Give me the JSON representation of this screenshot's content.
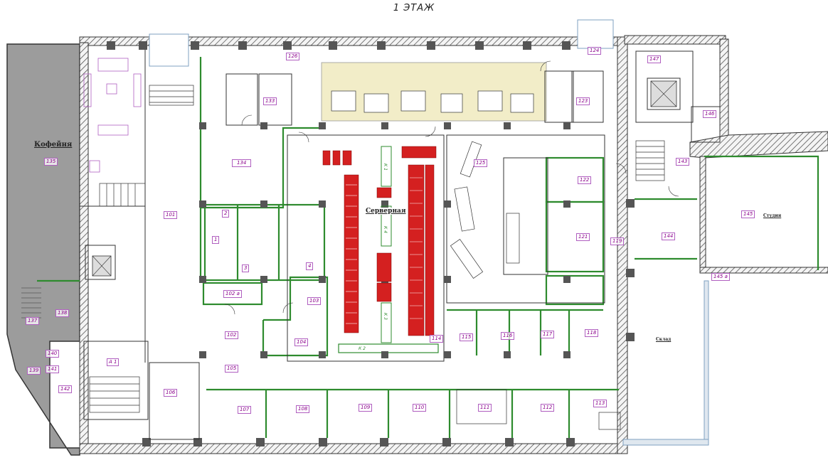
{
  "floor_title": "1 ЭТАЖ",
  "zones": {
    "coffee": "Кофейня",
    "server": "Серверная",
    "studio": "Студия",
    "storage": "Склад"
  },
  "rack_labels": [
    "К 1",
    "К 2",
    "К 3",
    "К 4"
  ],
  "rooms": [
    "101",
    "102",
    "102 а",
    "103",
    "104",
    "105",
    "106",
    "107",
    "108",
    "109",
    "110",
    "111",
    "112",
    "113",
    "114",
    "115",
    "116",
    "117",
    "118",
    "119",
    "121",
    "122",
    "123",
    "124",
    "125",
    "126",
    "133",
    "134",
    "135",
    "137",
    "138",
    "139",
    "140",
    "141",
    "142",
    "143",
    "144",
    "145",
    "145 а",
    "146",
    "147",
    "А 1",
    "1",
    "2",
    "3",
    "4"
  ],
  "colors": {
    "wall": "#4a4a4a",
    "partition": "#2e8b2e",
    "room_label": "#8b008b",
    "server_rack": "#cc1111",
    "coffee_fill": "#999999",
    "glass": "#7fa0c0",
    "lobby_strip": "#f2edc8"
  }
}
